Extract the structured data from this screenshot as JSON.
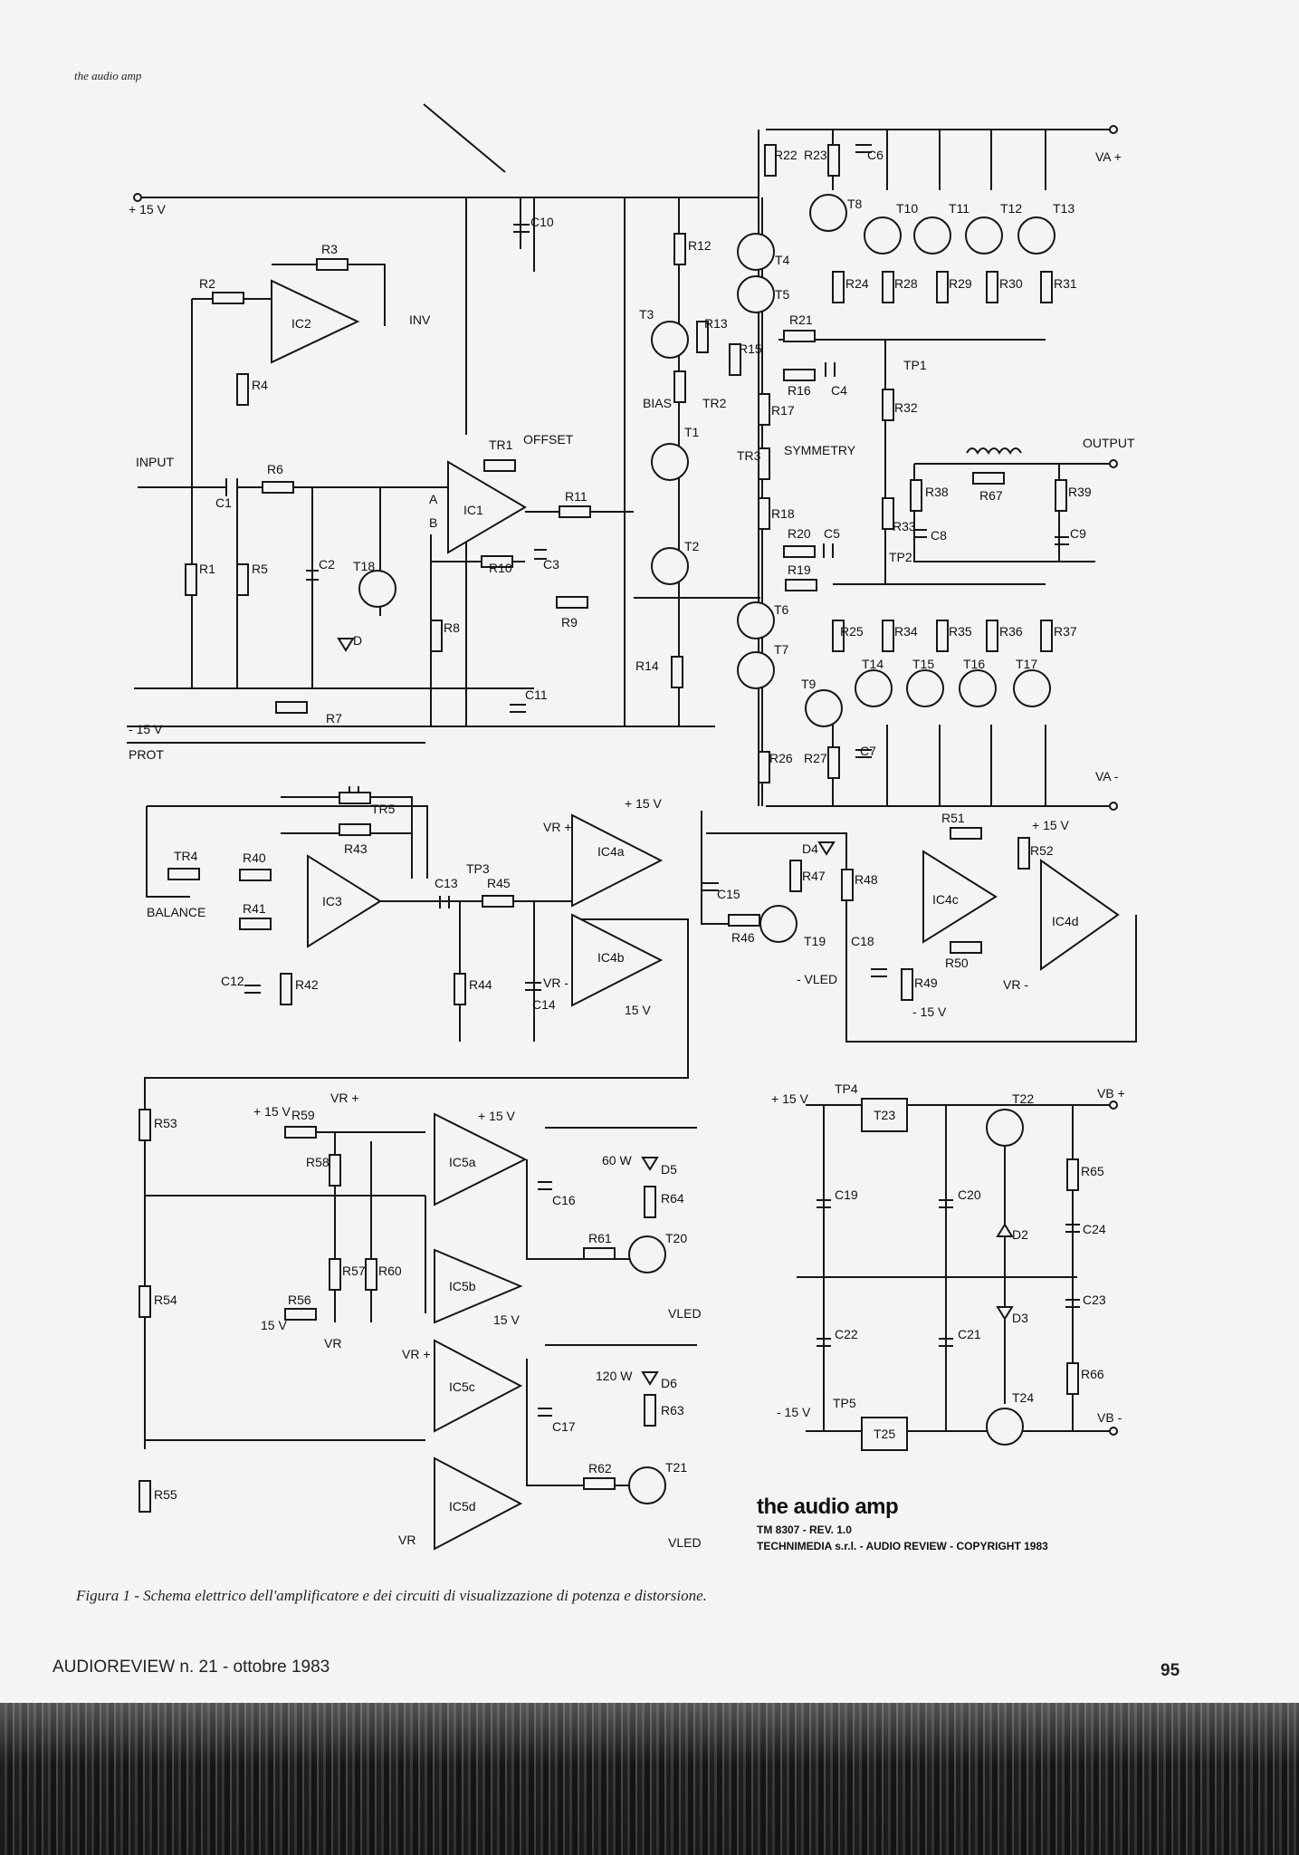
{
  "page": {
    "running_head": "the audio amp",
    "caption": "Figura 1 - Schema elettrico dell'amplificatore e dei circuiti di visualizzazione di potenza e distorsione.",
    "footer_left": "AUDIOREVIEW n. 21 - ottobre 1983",
    "page_number": "95"
  },
  "title_block": {
    "title": "the audio amp",
    "revision": "TM 8307 - REV. 1.0",
    "publisher": "TECHNIMEDIA s.r.l. - AUDIO REVIEW - COPYRIGHT 1983"
  },
  "rails": {
    "plus15": "+ 15 V",
    "minus15": "- 15 V",
    "prot": "PROT",
    "va_plus": "VA +",
    "va_minus": "VA -",
    "vb_plus": "VB +",
    "vb_minus": "VB -",
    "psu_plus15": "+ 15 V",
    "psu_minus15": "- 15 V"
  },
  "labels": {
    "input": "INPUT",
    "output": "OUTPUT",
    "inv": "INV",
    "offset": "OFFSET",
    "symmetry": "SYMMETRY",
    "bias": "BIAS",
    "balance": "BALANCE",
    "a": "A",
    "b": "B",
    "d": "D",
    "p60w": "60 W",
    "p120w": "120 W",
    "vled1": "- VLED",
    "vled2": "VLED",
    "vled3": "VLED",
    "vr_plus": "VR +",
    "vr_minus": "VR -",
    "vr": "VR",
    "v15": "15 V",
    "vminus15": "- 15 V",
    "vplus15": "+ 15 V"
  },
  "opamps": [
    "IC1",
    "IC2",
    "IC3",
    "IC4a",
    "IC4b",
    "IC4c",
    "IC4d",
    "IC5a",
    "IC5b",
    "IC5c",
    "IC5d"
  ],
  "transistors": [
    "T1",
    "T2",
    "T3",
    "T4",
    "T5",
    "T6",
    "T7",
    "T8",
    "T9",
    "T10",
    "T11",
    "T12",
    "T13",
    "T14",
    "T15",
    "T16",
    "T17",
    "T18",
    "T19",
    "T20",
    "T21",
    "T22",
    "T24"
  ],
  "resistors": [
    "R1",
    "R2",
    "R3",
    "R4",
    "R5",
    "R6",
    "R7",
    "R8",
    "R9",
    "R10",
    "R11",
    "R12",
    "R13",
    "R14",
    "R15",
    "R16",
    "R17",
    "R18",
    "R19",
    "R20",
    "R21",
    "R22",
    "R23",
    "R24",
    "R25",
    "R26",
    "R27",
    "R28",
    "R29",
    "R30",
    "R31",
    "R32",
    "R33",
    "R34",
    "R35",
    "R36",
    "R37",
    "R38",
    "R39",
    "R40",
    "R41",
    "R42",
    "R43",
    "R44",
    "R45",
    "R46",
    "R47",
    "R48",
    "R49",
    "R50",
    "R51",
    "R52",
    "R53",
    "R54",
    "R55",
    "R56",
    "R57",
    "R58",
    "R59",
    "R60",
    "R61",
    "R62",
    "R63",
    "R64",
    "R65",
    "R66",
    "R67"
  ],
  "capacitors": [
    "C1",
    "C2",
    "C3",
    "C4",
    "C5",
    "C6",
    "C7",
    "C8",
    "C9",
    "C10",
    "C11",
    "C12",
    "C13",
    "C14",
    "C15",
    "C16",
    "C17",
    "C18",
    "C19",
    "C20",
    "C21",
    "C22",
    "C23",
    "C24"
  ],
  "trimmers": [
    "TR1",
    "TR2",
    "TR3",
    "TR4",
    "TR5"
  ],
  "diodes": [
    "D2",
    "D3",
    "D4",
    "D5",
    "D6"
  ],
  "test_points": [
    "TP1",
    "TP2",
    "TP3",
    "TP4",
    "TP5"
  ],
  "regulators": [
    "T23",
    "T25"
  ]
}
